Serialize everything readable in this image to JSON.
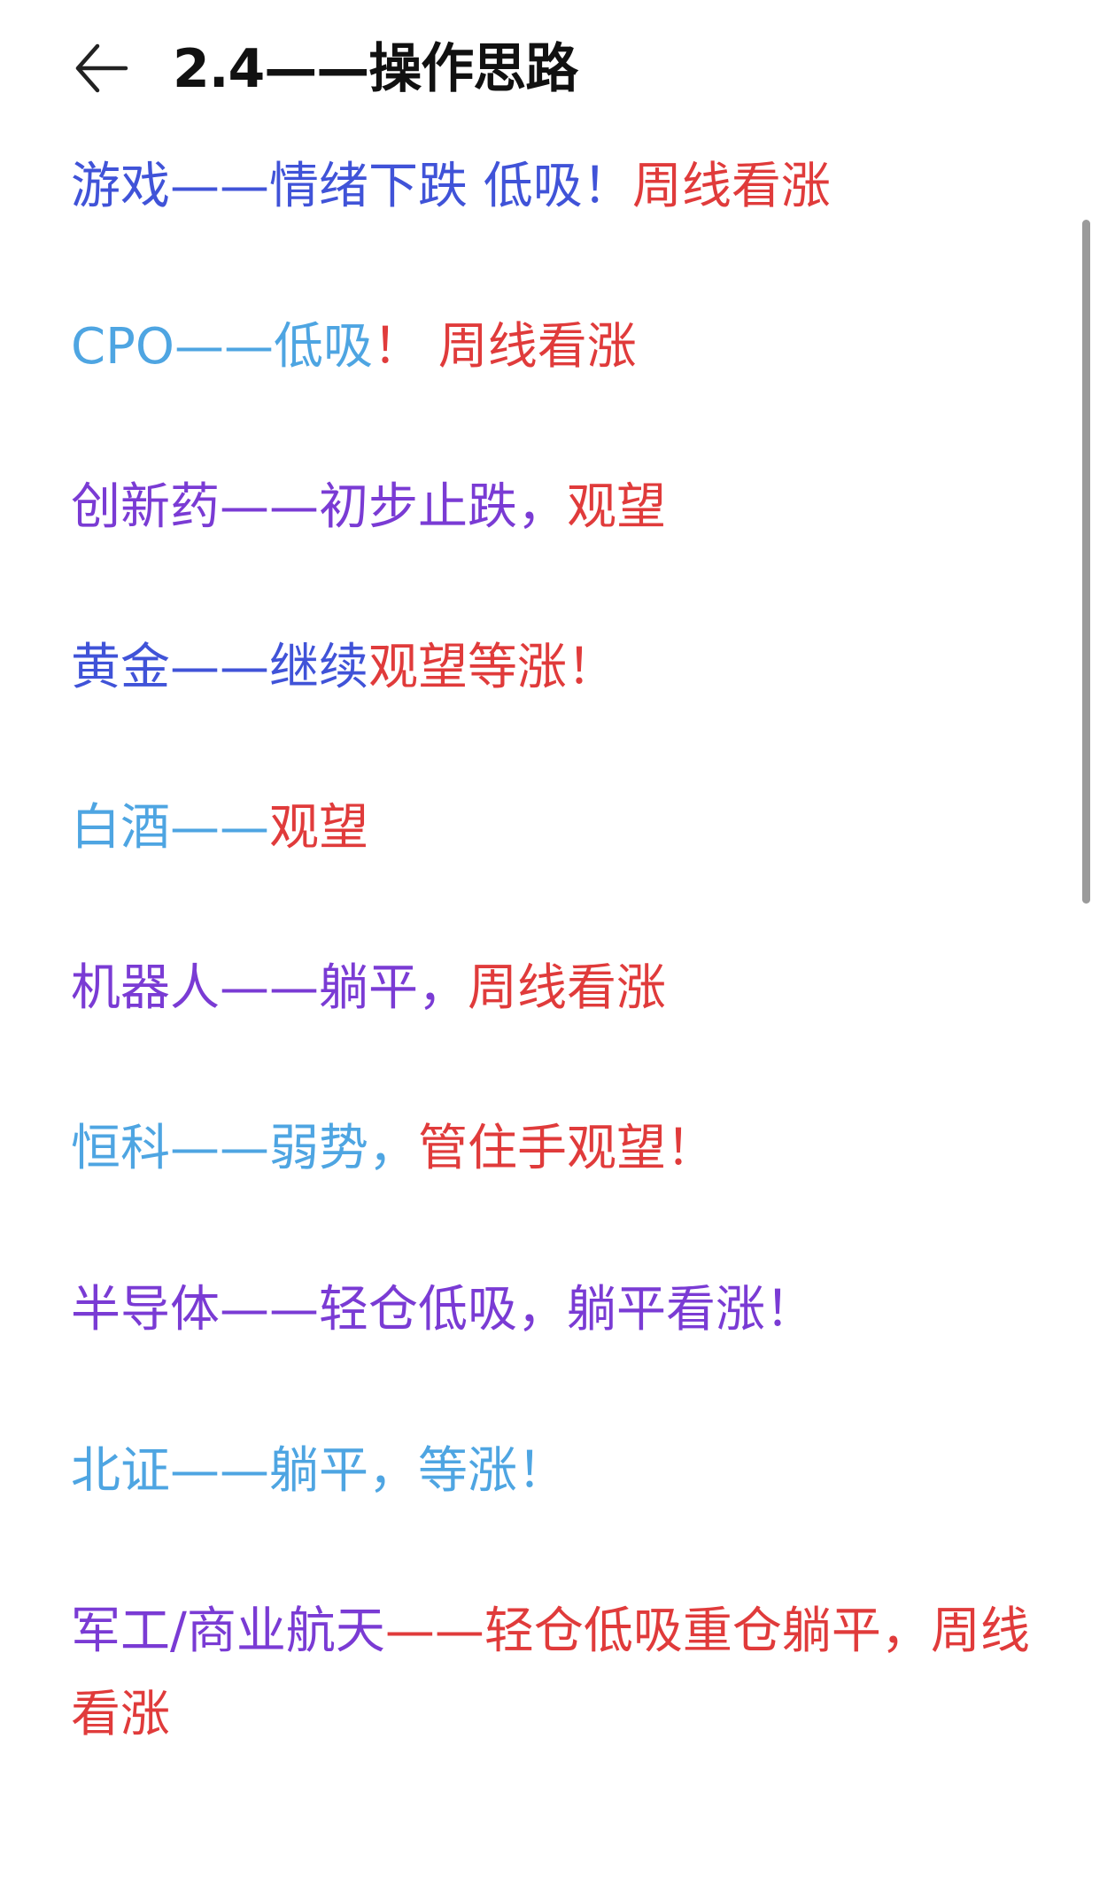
{
  "header": {
    "title": "2.4——操作思路",
    "back_icon": "arrow-left-icon"
  },
  "colors": {
    "blue": "#4053d8",
    "light_blue": "#4ea5e2",
    "purple": "#7a3bd4",
    "red": "#e03b3b"
  },
  "lines": [
    {
      "segments": [
        {
          "text": "游戏——情绪下跌 低吸！",
          "color": "blue"
        },
        {
          "text": "周线看涨",
          "color": "red"
        }
      ]
    },
    {
      "segments": [
        {
          "text": "CPO——低吸",
          "color": "light_blue"
        },
        {
          "text": "！ 周线看涨",
          "color": "red"
        }
      ]
    },
    {
      "segments": [
        {
          "text": "创新药——初步止跌，",
          "color": "purple"
        },
        {
          "text": "观望",
          "color": "red"
        }
      ]
    },
    {
      "segments": [
        {
          "text": "黄金——继续",
          "color": "blue"
        },
        {
          "text": "观望等涨！",
          "color": "red"
        }
      ]
    },
    {
      "segments": [
        {
          "text": "白酒——",
          "color": "light_blue"
        },
        {
          "text": "观望",
          "color": "red"
        }
      ]
    },
    {
      "segments": [
        {
          "text": "机器人——躺平，",
          "color": "purple"
        },
        {
          "text": "周线看涨",
          "color": "red"
        }
      ]
    },
    {
      "segments": [
        {
          "text": "恒科——弱势，",
          "color": "light_blue"
        },
        {
          "text": "管住手观望！",
          "color": "red"
        }
      ]
    },
    {
      "segments": [
        {
          "text": "半导体——轻仓低吸，躺平看涨！",
          "color": "purple"
        },
        {
          "text": "",
          "color": "red"
        }
      ]
    },
    {
      "segments": [
        {
          "text": "北证——躺平，等涨！",
          "color": "light_blue"
        },
        {
          "text": "",
          "color": "red"
        }
      ]
    },
    {
      "segments": [
        {
          "text": "军工/商业航天",
          "color": "purple"
        },
        {
          "text": "——轻仓低吸重仓躺平，周线看涨",
          "color": "red"
        }
      ]
    }
  ]
}
